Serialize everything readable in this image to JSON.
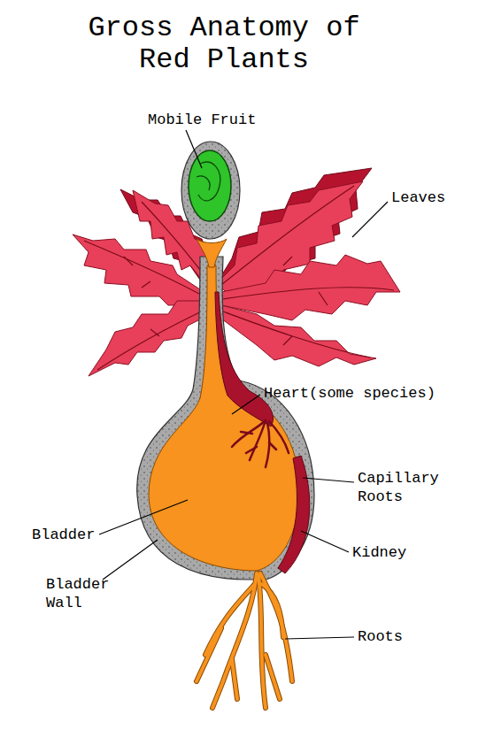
{
  "diagram": {
    "title": "Gross Anatomy of Red Plants",
    "labels": [
      "Mobile Fruit",
      "Leaves",
      "Heart(some species)",
      "Capillary Roots",
      "Bladder",
      "Bladder Wall",
      "Kidney",
      "Roots"
    ]
  }
}
